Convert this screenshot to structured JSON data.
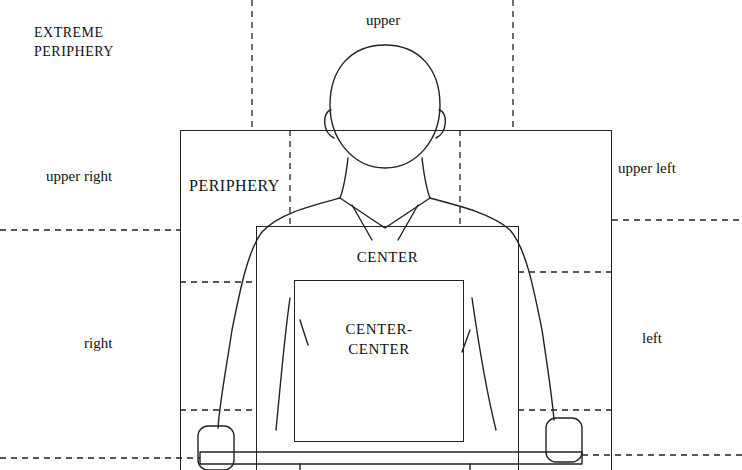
{
  "diagram": {
    "nodes": [
      {
        "text": [
          "PERIPHERY"
        ]
      },
      {
        "text": [
          "CENTER"
        ],
        "in": 0
      },
      {
        "text": [
          "CENTER- CENTER"
        ],
        "in": 1
      }
    ],
    "labels": [
      "EXTREME PERIPHERY",
      "upper",
      "upper right",
      "upper left",
      "right",
      "left"
    ]
  }
}
